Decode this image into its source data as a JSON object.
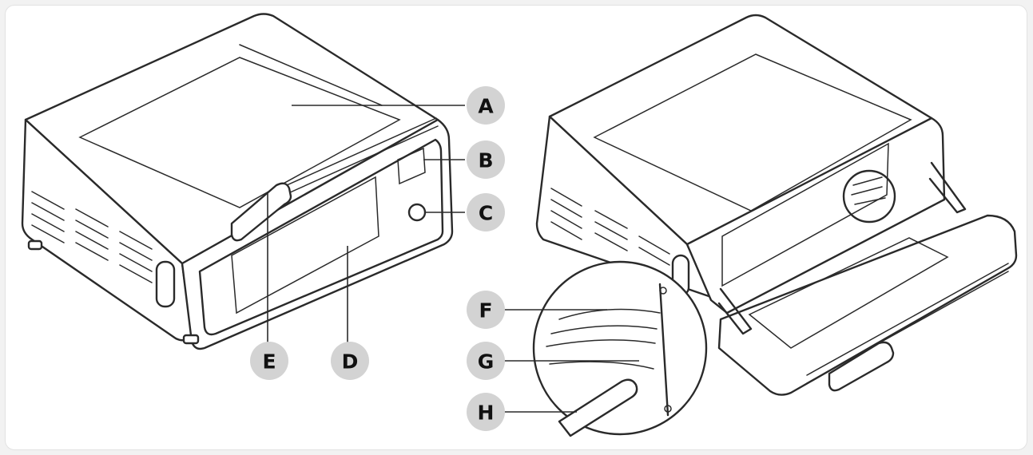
{
  "callouts": {
    "a": "A",
    "b": "B",
    "c": "C",
    "d": "D",
    "e": "E",
    "f": "F",
    "g": "G",
    "h": "H"
  },
  "colors": {
    "line": "#2a2a2a",
    "badge": "#d3d3d3",
    "label": "#111111",
    "background": "#ffffff"
  }
}
